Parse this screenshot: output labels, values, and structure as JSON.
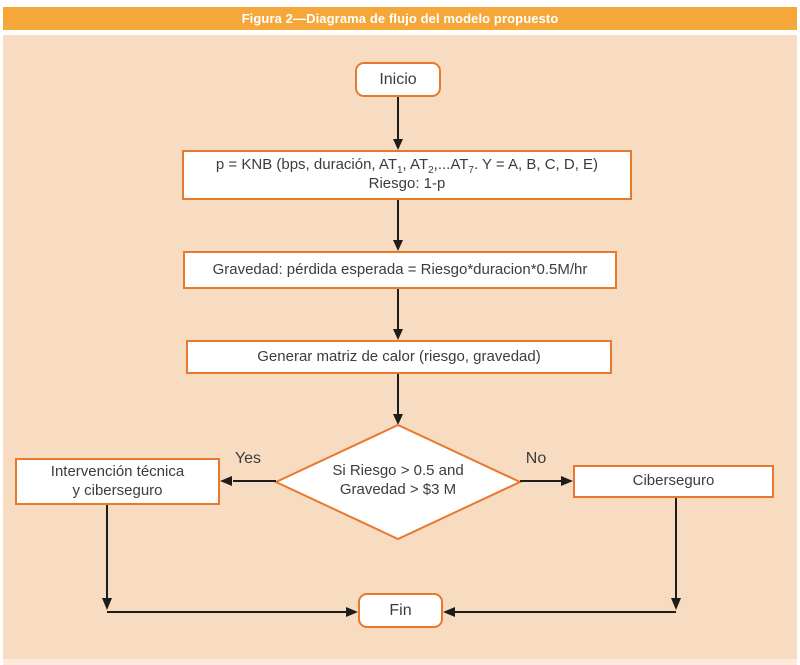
{
  "page": {
    "title": "Figura 2—Diagrama de flujo del modelo propuesto"
  },
  "colors": {
    "title_bar": "#f6a73a",
    "canvas": "#f8dcc2",
    "canvas_light": "#fbeadb",
    "node_border": "#e8792c",
    "node_fill": "#ffffff",
    "arrow": "#1d1d1b",
    "text": "#3c3c3b",
    "title_text": "#ffffff"
  },
  "flowchart": {
    "nodes": {
      "inicio": {
        "shape": "rounded",
        "label": "Inicio"
      },
      "formula": {
        "shape": "rect",
        "line1_part1": "p = KNB (bps, duración, AT",
        "line1_sub1": "1",
        "line1_part2": ", AT",
        "line1_sub2": "2",
        "line1_part3": ",...AT",
        "line1_sub3": "7",
        "line1_part4": ". Y = A, B, C, D, E)",
        "line2": "Riesgo: 1-p"
      },
      "gravedad": {
        "shape": "rect",
        "label": "Gravedad: pérdida esperada = Riesgo*duracion*0.5M/hr"
      },
      "matriz": {
        "shape": "rect",
        "label": "Generar matriz de calor (riesgo, gravedad)"
      },
      "decision": {
        "shape": "diamond",
        "line1": "Si Riesgo > 0.5 and",
        "line2": "Gravedad > $3 M"
      },
      "intervencion": {
        "shape": "rect",
        "line1": "Intervención técnica",
        "line2": "y ciberseguro"
      },
      "ciberseguro": {
        "shape": "rect",
        "label": "Ciberseguro"
      },
      "fin": {
        "shape": "rounded",
        "label": "Fin"
      }
    },
    "edge_labels": {
      "yes": "Yes",
      "no": "No"
    }
  }
}
